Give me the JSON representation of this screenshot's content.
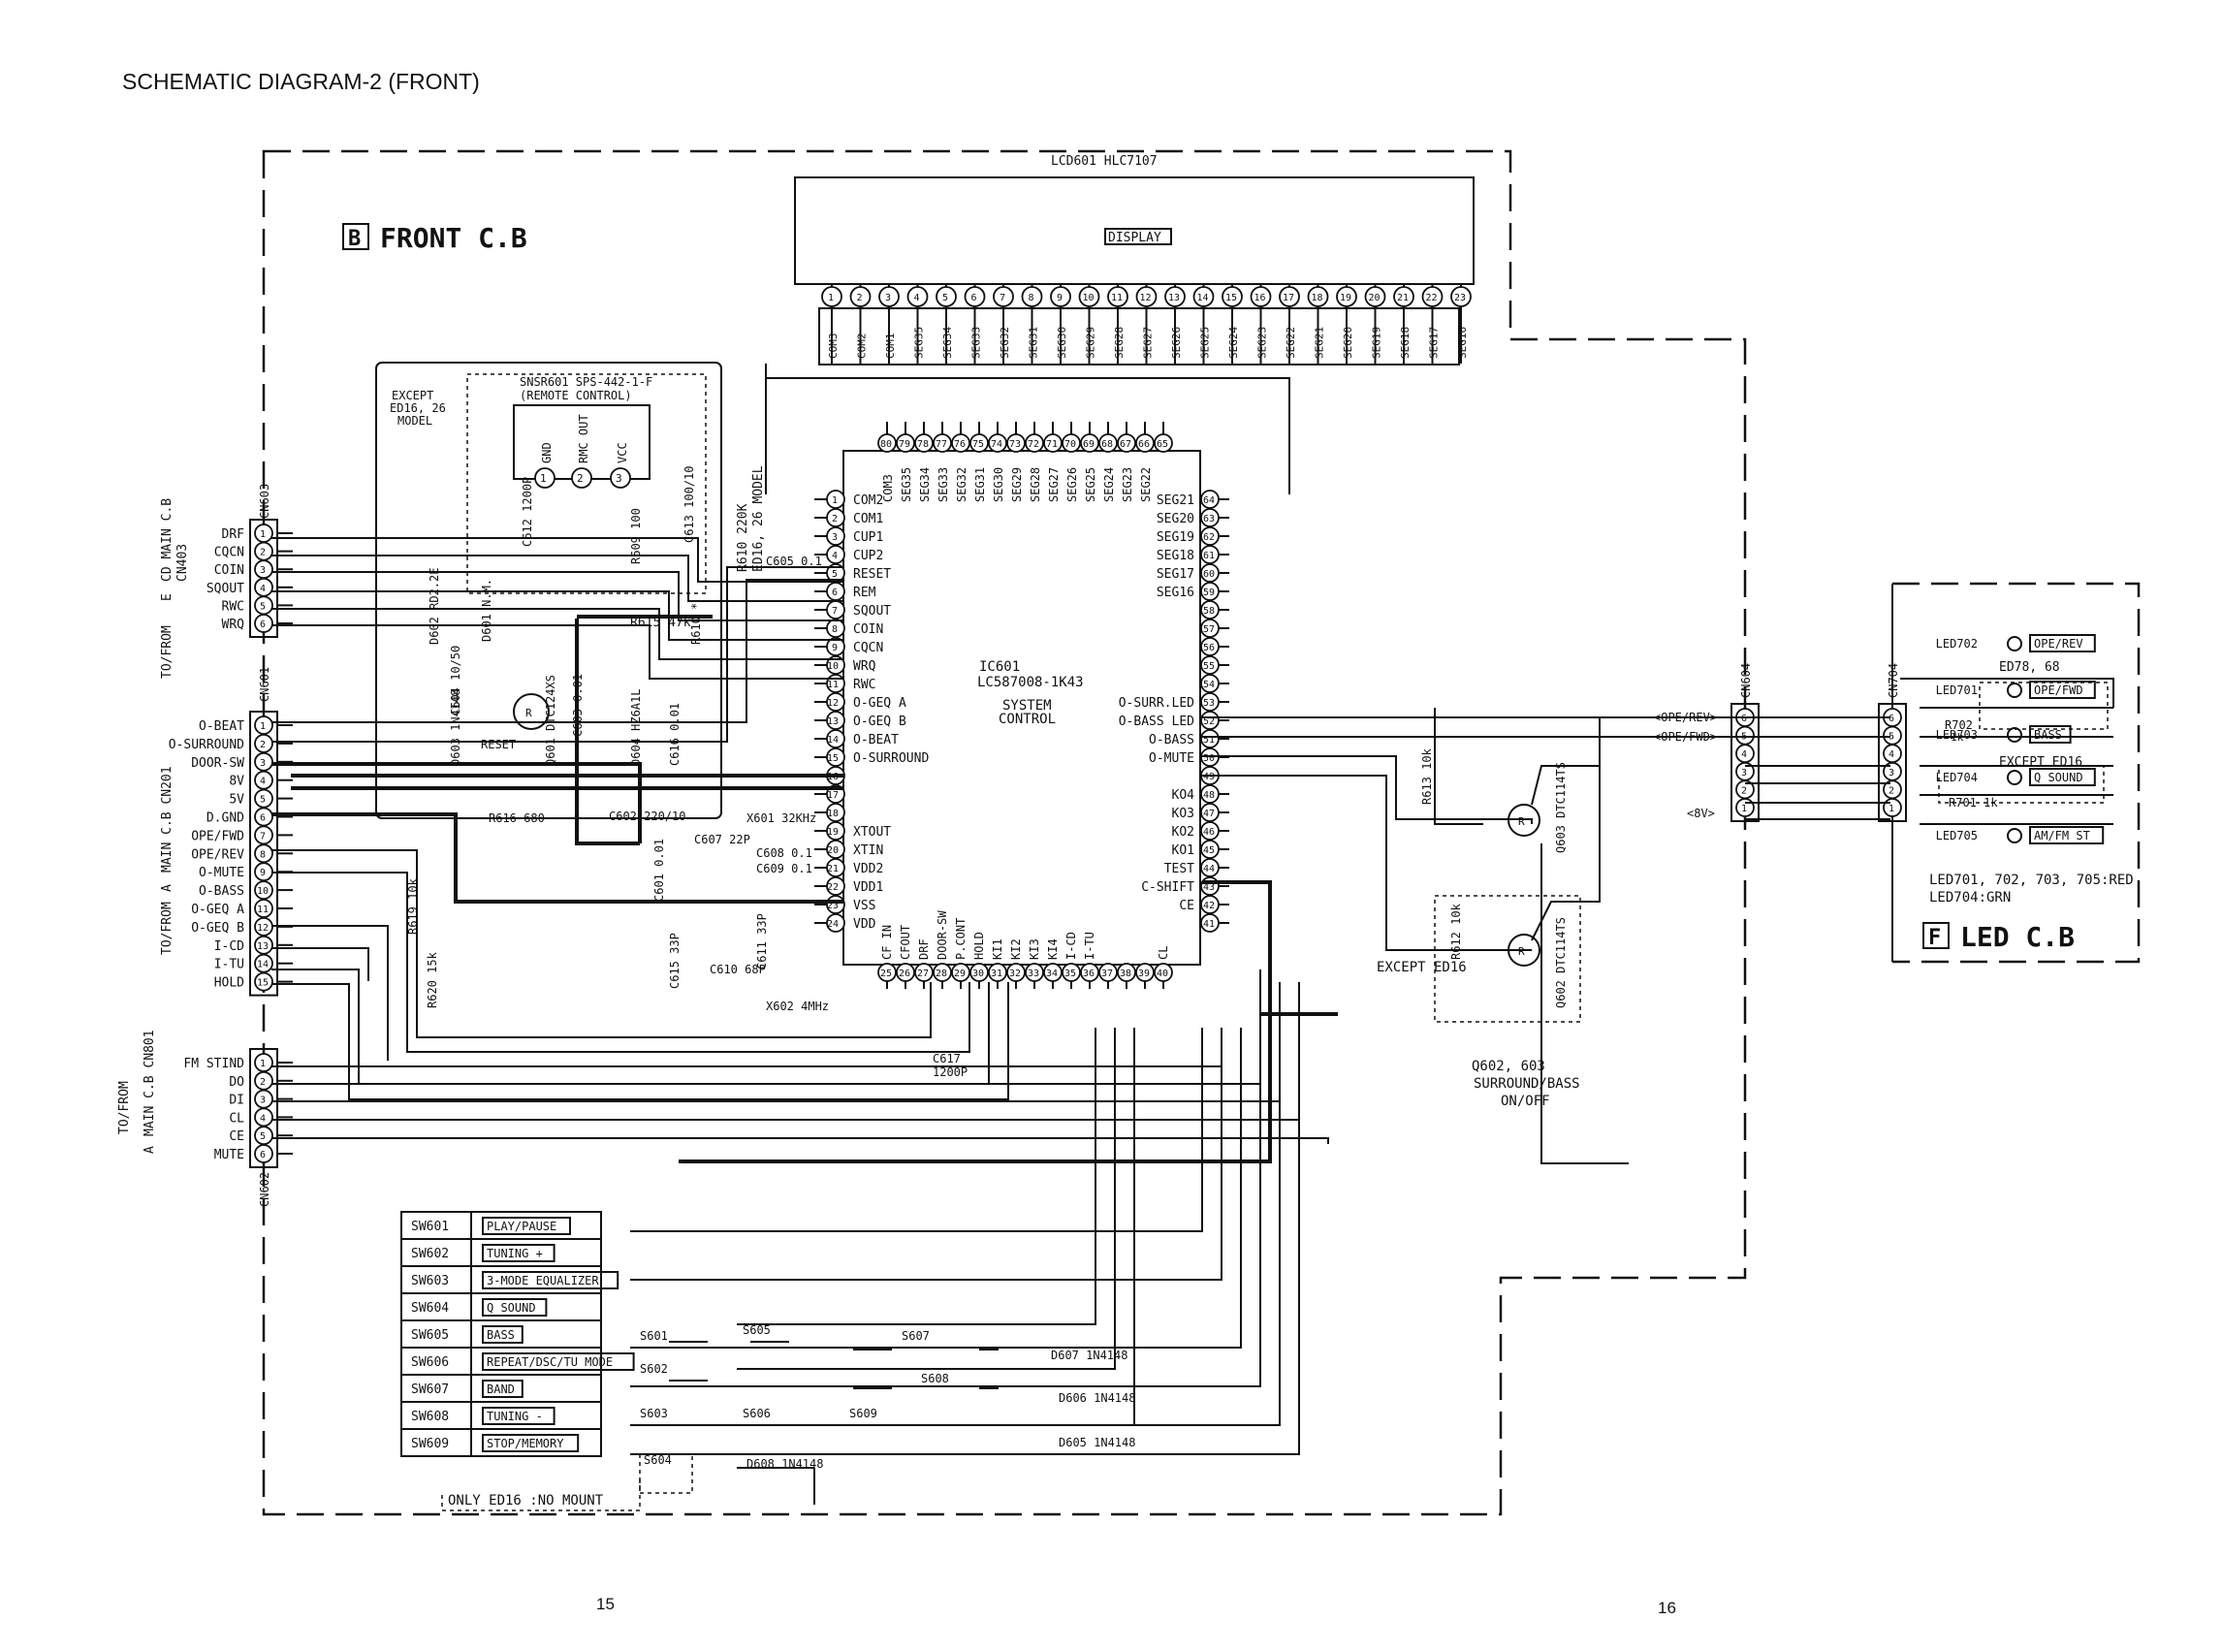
{
  "header": {
    "title": "SCHEMATIC DIAGRAM-2 (FRONT)"
  },
  "pages": {
    "left": "15",
    "right": "16"
  },
  "boards": {
    "front": {
      "tag": "B",
      "label": "FRONT C.B"
    },
    "led": {
      "tag": "F",
      "label": "LED C.B"
    }
  },
  "lcd": {
    "ref": "LCD601 HLC7107",
    "display": "DISPLAY",
    "pins": [
      "1",
      "2",
      "3",
      "4",
      "5",
      "6",
      "7",
      "8",
      "9",
      "10",
      "11",
      "12",
      "13",
      "14",
      "15",
      "16",
      "17",
      "18",
      "19",
      "20",
      "21",
      "22",
      "23"
    ],
    "segs": [
      "COM3",
      "COM2",
      "COM1",
      "SEG35",
      "SEG34",
      "SEG33",
      "SEG32",
      "SEG31",
      "SEG30",
      "SEG29",
      "SEG28",
      "SEG27",
      "SEG26",
      "SEG25",
      "SEG24",
      "SEG23",
      "SEG22",
      "SEG21",
      "SEG20",
      "SEG19",
      "SEG18",
      "SEG17",
      "SEG16"
    ]
  },
  "ic": {
    "ref": "IC601",
    "part": "LC587008-1K43",
    "func1": "SYSTEM",
    "func2": "CONTROL",
    "left": [
      "COM2",
      "COM1",
      "CUP1",
      "CUP2",
      "RESET",
      "REM",
      "SQOUT",
      "COIN",
      "CQCN",
      "WRQ",
      "RWC",
      "O-GEQ A",
      "O-GEQ B",
      "O-BEAT",
      "O-SURROUND",
      "",
      "",
      "",
      "XTOUT",
      "XTIN",
      "VDD2",
      "VDD1",
      "VSS",
      "VDD"
    ],
    "right": [
      "SEG21",
      "SEG20",
      "SEG19",
      "SEG18",
      "SEG17",
      "SEG16",
      "",
      "",
      "",
      "",
      "",
      "O-SURR.LED",
      "O-BASS LED",
      "O-BASS",
      "O-MUTE",
      "",
      "KO4",
      "KO3",
      "KO2",
      "KO1",
      "TEST",
      "C-SHIFT",
      "CE"
    ],
    "rightnums": [
      "64",
      "63",
      "62",
      "61",
      "60",
      "59",
      "58",
      "57",
      "56",
      "55",
      "54",
      "53",
      "52",
      "51",
      "50",
      "49",
      "48",
      "47",
      "46",
      "45",
      "44",
      "43",
      "42",
      "41"
    ],
    "topnums": [
      "80",
      "79",
      "78",
      "77",
      "76",
      "75",
      "74",
      "73",
      "72",
      "71",
      "70",
      "69",
      "68",
      "67",
      "66",
      "65"
    ],
    "topsegs": [
      "COM3",
      "SEG35",
      "SEG34",
      "SEG33",
      "SEG32",
      "SEG31",
      "SEG30",
      "SEG29",
      "SEG28",
      "SEG27",
      "SEG26",
      "SEG25",
      "SEG24",
      "SEG23",
      "SEG22"
    ],
    "bottomnums": [
      "25",
      "26",
      "27",
      "28",
      "29",
      "30",
      "31",
      "32",
      "33",
      "34",
      "35",
      "36",
      "37",
      "38",
      "39",
      "40"
    ],
    "bottom": [
      "CF IN",
      "CFOUT",
      "DRF",
      "DOOR-SW",
      "P.CONT",
      "HOLD",
      "KI1",
      "KI2",
      "KI3",
      "KI4",
      "I-CD",
      "I-TU",
      "",
      "",
      "",
      "CL"
    ]
  },
  "remote": {
    "ref": "SNSR601 SPS-442-1-F",
    "name": "(REMOTE CONTROL)",
    "pins": [
      "GND",
      "RMC OUT",
      "VCC"
    ],
    "except": [
      "EXCEPT",
      "ED16, 26",
      "MODEL"
    ]
  },
  "cn603": {
    "ref": "CN603",
    "signals": [
      "DRF",
      "CQCN",
      "COIN",
      "SQOUT",
      "RWC",
      "WRQ"
    ],
    "pins": [
      "1",
      "2",
      "3",
      "4",
      "5",
      "6"
    ],
    "dest": [
      "TO/FROM",
      "E",
      "CD MAIN C.B",
      "CN403"
    ]
  },
  "cn601": {
    "ref": "CN601",
    "signals": [
      "O-BEAT",
      "O-SURROUND",
      "DOOR-SW",
      "8V",
      "5V",
      "D.GND",
      "OPE/FWD",
      "OPE/REV",
      "O-MUTE",
      "O-BASS",
      "O-GEQ A",
      "O-GEQ B",
      "I-CD",
      "I-TU",
      "HOLD"
    ],
    "pins": [
      "1",
      "2",
      "3",
      "4",
      "5",
      "6",
      "7",
      "8",
      "9",
      "10",
      "11",
      "12",
      "13",
      "14",
      "15"
    ],
    "dest": [
      "TO/FROM",
      "A",
      "MAIN C.B CN201"
    ]
  },
  "cn602": {
    "ref": "CN602",
    "signals": [
      "FM STIND",
      "DO",
      "DI",
      "CL",
      "CE",
      "MUTE"
    ],
    "pins": [
      "1",
      "2",
      "3",
      "4",
      "5",
      "6"
    ],
    "dest": [
      "TO/FROM",
      "A",
      "MAIN C.B CN801"
    ]
  },
  "cn604": {
    "ref": "CN604",
    "pins": [
      "6",
      "5",
      "4",
      "3",
      "2",
      "1"
    ],
    "signals": [
      "<OPE/REV>",
      "<OPE/FWD>",
      "<8V>"
    ]
  },
  "cn704": {
    "ref": "CN704",
    "pins": [
      "6",
      "5",
      "4",
      "3",
      "2",
      "1"
    ]
  },
  "parts": {
    "r610": "R610 220K",
    "r610b": "ED16, 26 MODEL",
    "r615": "R615 47k",
    "r610s": "R610 *",
    "r609": "R609 100",
    "c612": "C612 1200P",
    "c613": "C613 100/10",
    "c605": "C605 0.1",
    "d602": "D602 RD2.2E",
    "d601": "D601 N.M.",
    "c604": "C604 10/50",
    "q601": "Q601 DTC124XS",
    "c603": "C603 0.01",
    "d603": "D603 1N4148",
    "reset": "RESET",
    "d604": "D604 HZ6A1L",
    "c616": "C616 0.01",
    "r616": "R616 680",
    "c602": "C602 220/10",
    "c601": "C601 0.01",
    "x601": "X601 32KHz",
    "c607": "C607 22P",
    "c608": "C608 0.1",
    "c609": "C609 0.1",
    "r619": "R619 10k",
    "r620": "R620 15k",
    "c615": "C615 33P",
    "c610": "C610 68P",
    "c611": "C611 33P",
    "x602": "X602 4MHz",
    "c617": "C617",
    "c617v": "1200P",
    "r613": "R613 10k",
    "q603": "Q603 DTC114TS",
    "r612": "R612 10k",
    "q602": "Q602 DTC114TS",
    "exceptEd16": "EXCEPT ED16",
    "qnote": [
      "Q602, 603",
      "SURROUND/BASS",
      "ON/OFF"
    ]
  },
  "switches": {
    "table": [
      {
        "ref": "SW601",
        "label": "PLAY/PAUSE"
      },
      {
        "ref": "SW602",
        "label": "TUNING +"
      },
      {
        "ref": "SW603",
        "label": "3-MODE EQUALIZER"
      },
      {
        "ref": "SW604",
        "label": "Q SOUND"
      },
      {
        "ref": "SW605",
        "label": "BASS"
      },
      {
        "ref": "SW606",
        "label": "REPEAT/DSC/TU MODE"
      },
      {
        "ref": "SW607",
        "label": "BAND"
      },
      {
        "ref": "SW608",
        "label": "TUNING -"
      },
      {
        "ref": "SW609",
        "label": "STOP/MEMORY"
      }
    ],
    "note": "ONLY ED16 :NO MOUNT",
    "s": [
      "S601",
      "S602",
      "S603",
      "S604",
      "S605",
      "S606",
      "S607",
      "S608",
      "S609"
    ],
    "diodes": [
      "D607 1N4148",
      "D606 1N4148",
      "D605 1N4148",
      "D608 1N4148"
    ]
  },
  "leds": {
    "items": [
      {
        "ref": "LED702",
        "label": "OPE/REV"
      },
      {
        "ref": "LED701",
        "label": "OPE/FWD"
      },
      {
        "ref": "LED703",
        "label": "BASS"
      },
      {
        "ref": "LED704",
        "label": "Q SOUND"
      },
      {
        "ref": "LED705",
        "label": "AM/FM ST"
      }
    ],
    "ed78": "ED78, 68",
    "except16": "EXCEPT ED16",
    "r702": "R702",
    "r702v": "1k",
    "r701": "R701 1k",
    "note1": "LED701, 702, 703, 705:RED",
    "note2": "LED704:GRN"
  }
}
